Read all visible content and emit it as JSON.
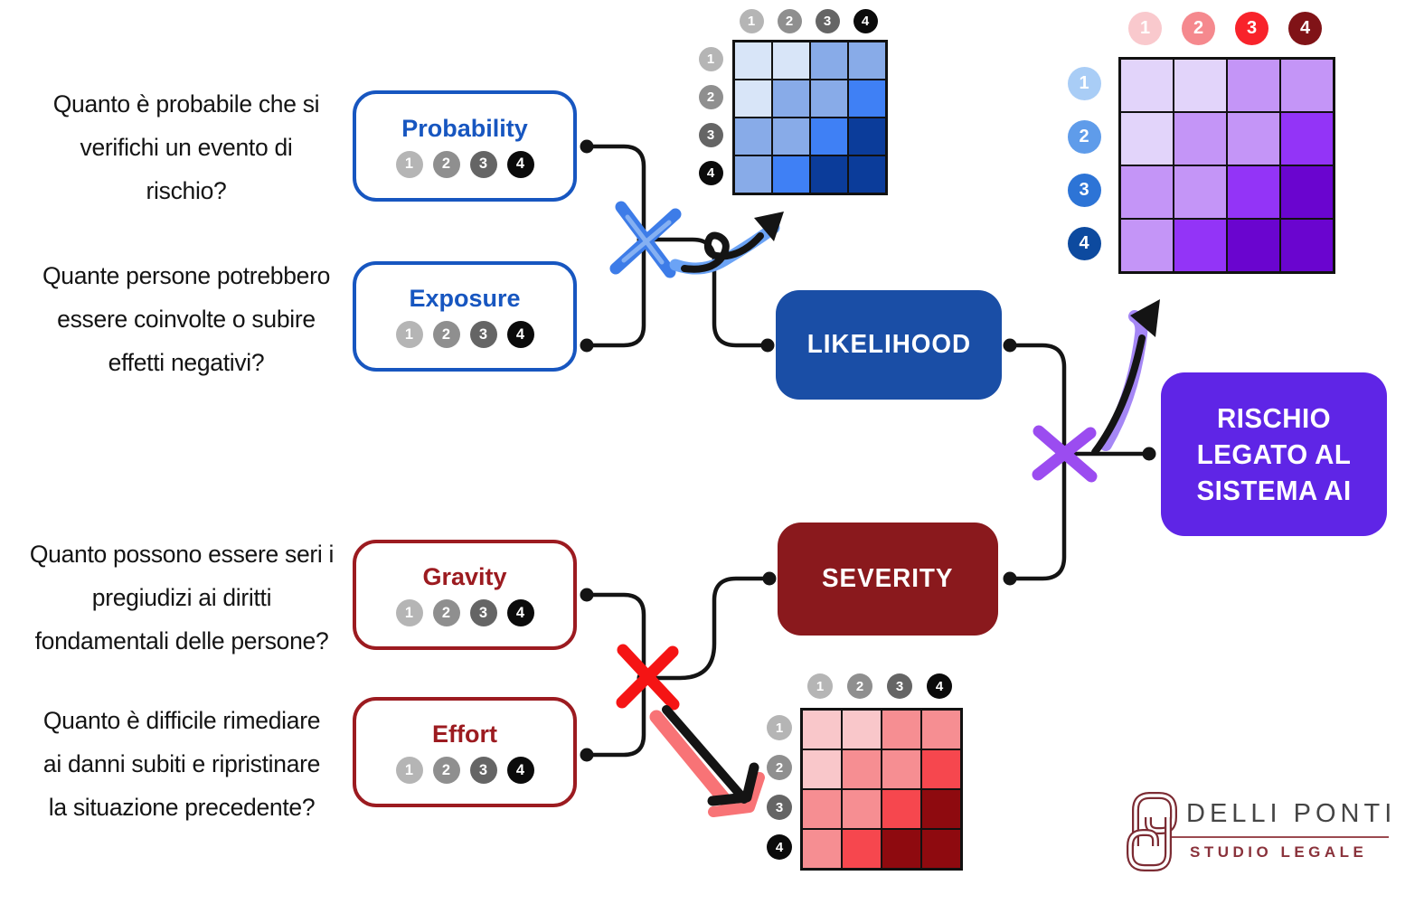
{
  "questions": [
    {
      "id": "probability",
      "lines": [
        "Quanto è probabile che si",
        "verifichi un evento di",
        "rischio?"
      ]
    },
    {
      "id": "exposure",
      "lines": [
        "Quante persone potrebbero",
        "essere coinvolte o subire",
        "effetti negativi?"
      ]
    },
    {
      "id": "gravity",
      "lines": [
        "Quanto possono essere seri i",
        "pregiudizi ai diritti",
        "fondamentali delle persone?"
      ]
    },
    {
      "id": "effort",
      "lines": [
        "Quanto è difficile rimediare",
        "ai danni subiti e ripristinare",
        "la situazione precedente?"
      ]
    }
  ],
  "scale": {
    "labels": [
      "1",
      "2",
      "3",
      "4"
    ],
    "colors": [
      "#b5b5b5",
      "#8f8f8f",
      "#656565",
      "#0b0b0b"
    ]
  },
  "factors": {
    "probability": {
      "label": "Probability",
      "accent": "#1756c0"
    },
    "exposure": {
      "label": "Exposure",
      "accent": "#1756c0"
    },
    "gravity": {
      "label": "Gravity",
      "accent": "#9c1b20"
    },
    "effort": {
      "label": "Effort",
      "accent": "#9c1b20"
    }
  },
  "results": {
    "likelihood": {
      "label": "LIKELIHOOD",
      "bg": "#1a4ea6"
    },
    "severity": {
      "label": "SEVERITY",
      "bg": "#8a191d"
    },
    "risk": {
      "lines": [
        "RISCHIO",
        "LEGATO AL",
        "SISTEMA AI"
      ],
      "bg": "#5f25e6"
    }
  },
  "matrices": {
    "likelihood": {
      "col_headers": [
        "1",
        "2",
        "3",
        "4"
      ],
      "row_headers": [
        "1",
        "2",
        "3",
        "4"
      ],
      "col_colors": [
        "#b5b5b5",
        "#8f8f8f",
        "#656565",
        "#0b0b0b"
      ],
      "row_colors": [
        "#b5b5b5",
        "#8f8f8f",
        "#656565",
        "#0b0b0b"
      ],
      "palette": {
        "1": "#d8e5f8",
        "2": "#88abe8",
        "3": "#3f80f5",
        "4": "#0b3c9a"
      },
      "cells": [
        [
          1,
          1,
          2,
          2
        ],
        [
          1,
          2,
          2,
          3
        ],
        [
          2,
          2,
          3,
          4
        ],
        [
          2,
          3,
          4,
          4
        ]
      ]
    },
    "severity": {
      "col_headers": [
        "1",
        "2",
        "3",
        "4"
      ],
      "row_headers": [
        "1",
        "2",
        "3",
        "4"
      ],
      "col_colors": [
        "#b5b5b5",
        "#8f8f8f",
        "#656565",
        "#0b0b0b"
      ],
      "row_colors": [
        "#b5b5b5",
        "#8f8f8f",
        "#656565",
        "#0b0b0b"
      ],
      "palette": {
        "1": "#f9c7ca",
        "2": "#f68e92",
        "3": "#f6474e",
        "4": "#8e0a0f"
      },
      "cells": [
        [
          1,
          1,
          2,
          2
        ],
        [
          1,
          2,
          2,
          3
        ],
        [
          2,
          2,
          3,
          4
        ],
        [
          2,
          3,
          4,
          4
        ]
      ]
    },
    "risk": {
      "col_headers": [
        "1",
        "2",
        "3",
        "4"
      ],
      "row_headers": [
        "1",
        "2",
        "3",
        "4"
      ],
      "col_colors": [
        "#f9c9cd",
        "#f5898e",
        "#f8232b",
        "#801317"
      ],
      "row_colors": [
        "#a9cdf6",
        "#5f9cea",
        "#2d74d6",
        "#0d4a9f"
      ],
      "palette": {
        "1": "#e2d4fa",
        "2": "#c495f7",
        "3": "#9334f7",
        "4": "#6a05cf"
      },
      "cells": [
        [
          1,
          1,
          2,
          2
        ],
        [
          1,
          2,
          2,
          3
        ],
        [
          2,
          2,
          3,
          4
        ],
        [
          2,
          3,
          4,
          4
        ]
      ]
    }
  },
  "annotations": {
    "line_color": "#141414",
    "x_blue": "#3d7ce8",
    "x_blue_light": "#85b0f2",
    "x_red": "#f51414",
    "x_purple": "#9b4cf0",
    "arrow_blue_accent": "#6ba3f5",
    "arrow_red_accent": "#f87376",
    "arrow_purple_accent": "#a587f5"
  },
  "logo": {
    "name": "DELLI PONTI",
    "subtitle": "STUDIO LEGALE",
    "mark_color": "#7c2b33"
  }
}
